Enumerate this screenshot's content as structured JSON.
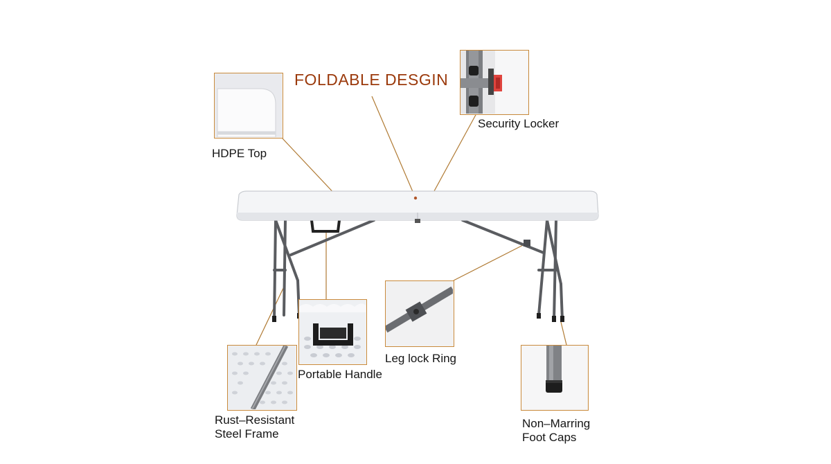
{
  "title": {
    "text": "FOLDABLE DESGIN",
    "color": "#9b3a0c"
  },
  "labels": {
    "hdpe_top": "HDPE Top",
    "security_locker": "Security Locker",
    "portable_handle": "Portable Handle",
    "leg_lock_ring": "Leg lock Ring",
    "rust_resistant_line1": "Rust–Resistant",
    "rust_resistant_line2": "Steel Frame",
    "non_marring_line1": "Non–Marring",
    "non_marring_line2": "Foot Caps"
  },
  "colors": {
    "callout_border": "#c98a3c",
    "leader_line": "#b07a33",
    "frame_steel": "#5a5c60",
    "table_top": "#f4f5f7",
    "lock_red": "#e0443e"
  }
}
